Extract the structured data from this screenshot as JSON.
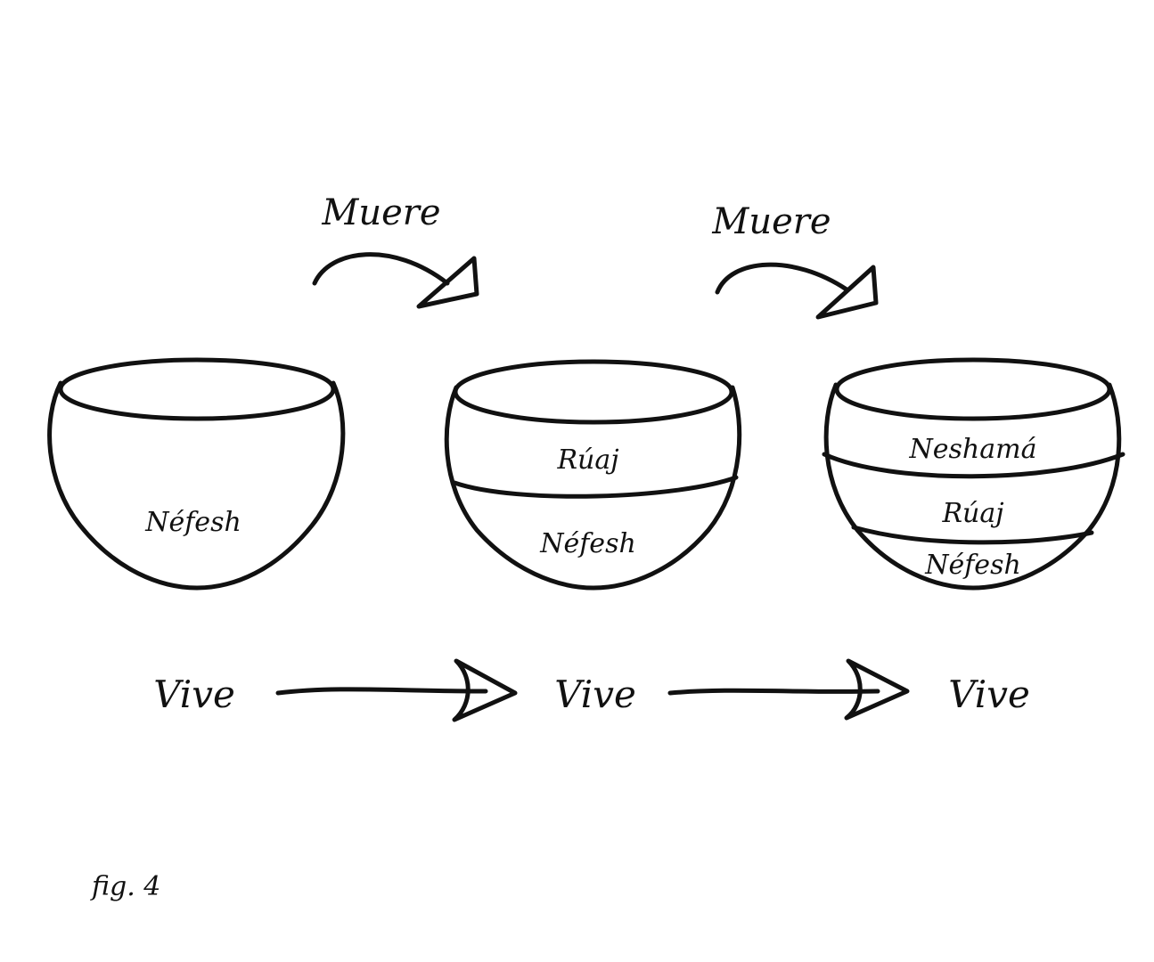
{
  "transitions": {
    "top_label_1": "Muere",
    "top_label_2": "Muere",
    "bottom_label_1": "Vive",
    "bottom_label_2": "Vive",
    "bottom_label_3": "Vive"
  },
  "bowls": [
    {
      "layers": [
        "Néfesh"
      ]
    },
    {
      "layers": [
        "Rúaj",
        "Néfesh"
      ]
    },
    {
      "layers": [
        "Neshamá",
        "Rúaj",
        "Néfesh"
      ]
    }
  ],
  "caption": "fig. 4",
  "colors": {
    "line": "#111111",
    "background": "#ffffff"
  }
}
